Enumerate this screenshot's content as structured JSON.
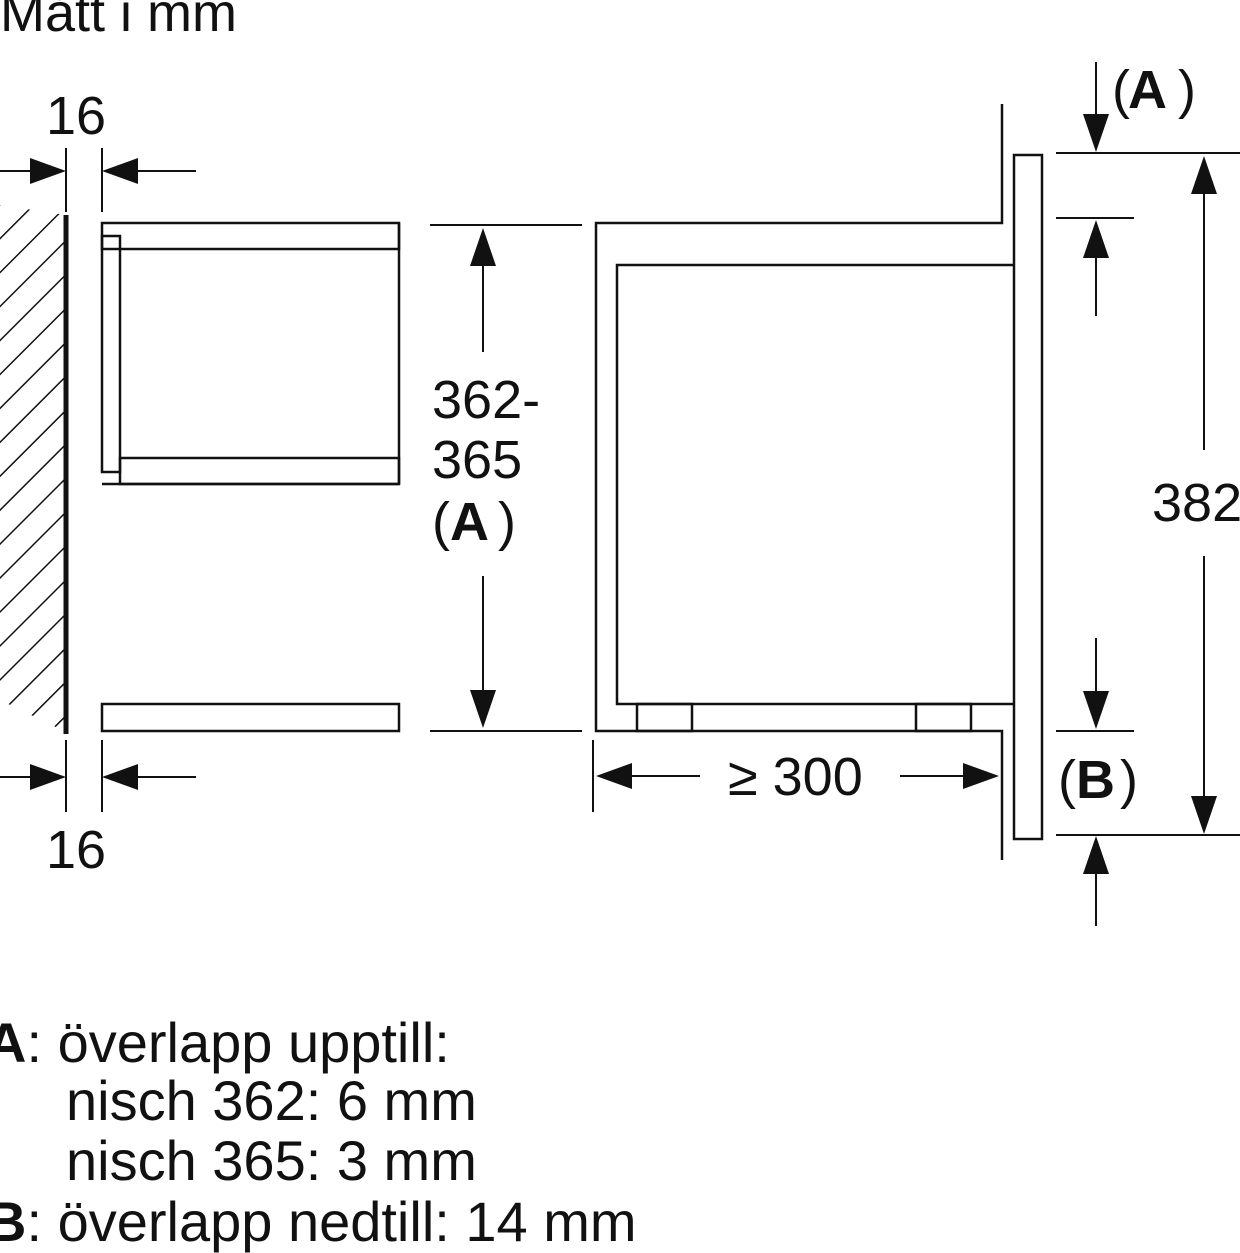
{
  "caption": "Mått i mm",
  "dimensions": {
    "wall_gap_top": "16",
    "wall_gap_bottom": "16",
    "niche_height_line1": "362-",
    "niche_height_line2": "365",
    "niche_height_ref": "A",
    "depth": "≥ 300",
    "overlap_top_ref": "A",
    "overlap_bottom_ref": "B",
    "appliance_height": "382"
  },
  "legend": {
    "a_key": "A",
    "a_text": ": överlapp upptill:",
    "a_line2": "nisch 362: 6 mm",
    "a_line3": "nisch 365: 3 mm",
    "b_key": "B",
    "b_text": ": överlapp nedtill: 14 mm"
  }
}
